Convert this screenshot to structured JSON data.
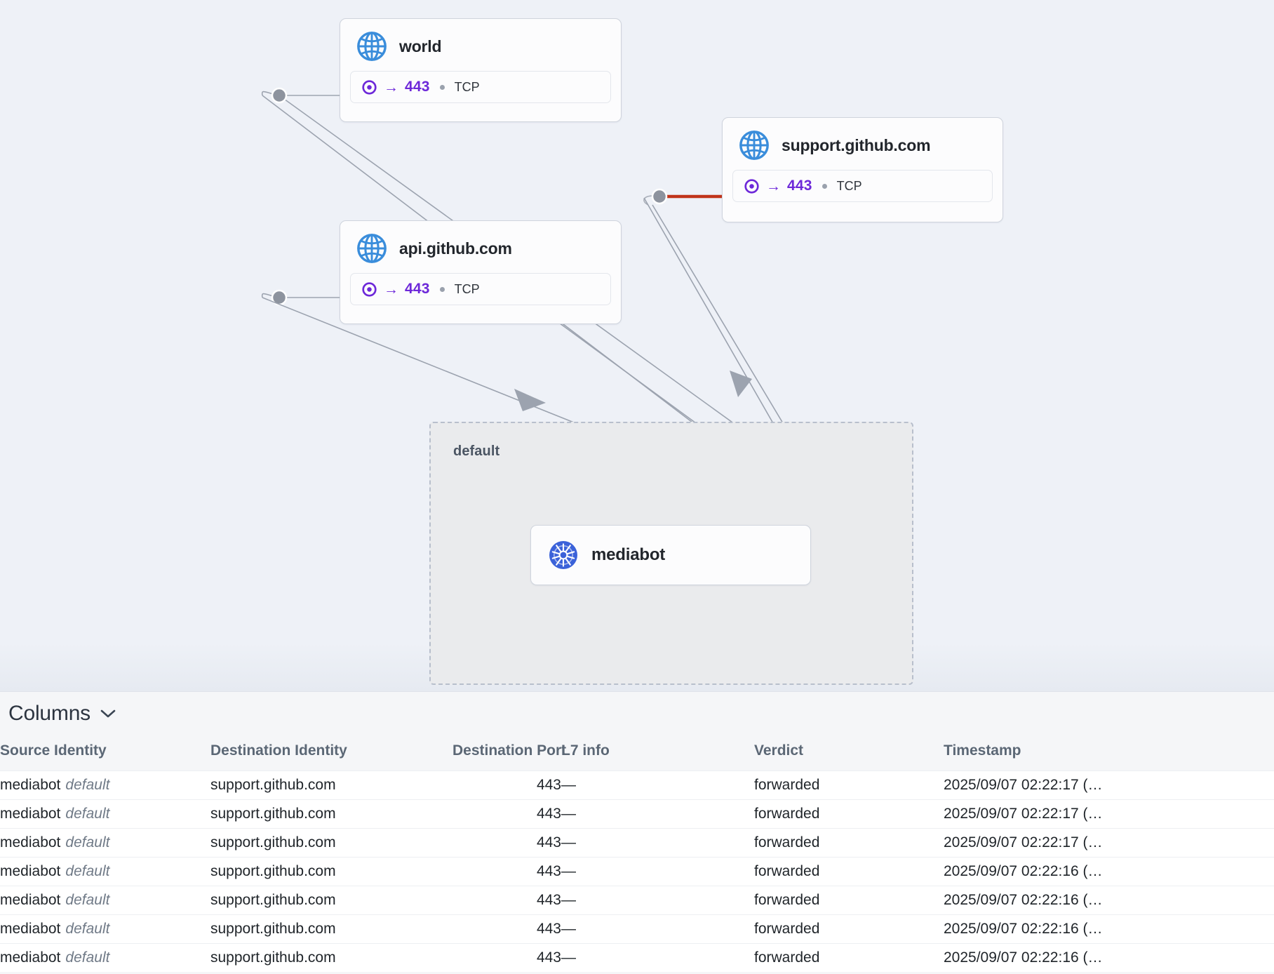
{
  "graph": {
    "namespace": {
      "label": "default"
    },
    "nodes": [
      {
        "id": "world",
        "title": "world",
        "icon": "globe-icon",
        "port": {
          "arrow": "→",
          "number": "443",
          "protocol": "TCP"
        }
      },
      {
        "id": "support-github",
        "title": "support.github.com",
        "icon": "globe-icon",
        "port": {
          "arrow": "→",
          "number": "443",
          "protocol": "TCP"
        }
      },
      {
        "id": "api-github",
        "title": "api.github.com",
        "icon": "globe-icon",
        "port": {
          "arrow": "→",
          "number": "443",
          "protocol": "TCP"
        }
      },
      {
        "id": "mediabot",
        "title": "mediabot",
        "icon": "kubernetes-icon",
        "port": null
      }
    ],
    "colors": {
      "edge_default": "#9ca3af",
      "edge_active": "#c0341a",
      "accent_port": "#6d28d9",
      "globe": "#3a8ddb",
      "k8s": "#3b62d9",
      "verdict_forwarded": "#4c9a2a"
    }
  },
  "panel": {
    "columns_button": "Columns",
    "table": {
      "headers": [
        "Source Identity",
        "Destination Identity",
        "Destination Port",
        "L7 info",
        "Verdict",
        "Timestamp"
      ],
      "rows": [
        {
          "source_name": "mediabot",
          "source_namespace": "default",
          "destination": "support.github.com",
          "port": "443",
          "l7": "—",
          "verdict": "forwarded",
          "timestamp": "2025/09/07 02:22:17 (…"
        },
        {
          "source_name": "mediabot",
          "source_namespace": "default",
          "destination": "support.github.com",
          "port": "443",
          "l7": "—",
          "verdict": "forwarded",
          "timestamp": "2025/09/07 02:22:17 (…"
        },
        {
          "source_name": "mediabot",
          "source_namespace": "default",
          "destination": "support.github.com",
          "port": "443",
          "l7": "—",
          "verdict": "forwarded",
          "timestamp": "2025/09/07 02:22:17 (…"
        },
        {
          "source_name": "mediabot",
          "source_namespace": "default",
          "destination": "support.github.com",
          "port": "443",
          "l7": "—",
          "verdict": "forwarded",
          "timestamp": "2025/09/07 02:22:16 (…"
        },
        {
          "source_name": "mediabot",
          "source_namespace": "default",
          "destination": "support.github.com",
          "port": "443",
          "l7": "—",
          "verdict": "forwarded",
          "timestamp": "2025/09/07 02:22:16 (…"
        },
        {
          "source_name": "mediabot",
          "source_namespace": "default",
          "destination": "support.github.com",
          "port": "443",
          "l7": "—",
          "verdict": "forwarded",
          "timestamp": "2025/09/07 02:22:16 (…"
        },
        {
          "source_name": "mediabot",
          "source_namespace": "default",
          "destination": "support.github.com",
          "port": "443",
          "l7": "—",
          "verdict": "forwarded",
          "timestamp": "2025/09/07 02:22:16 (…"
        }
      ]
    }
  }
}
